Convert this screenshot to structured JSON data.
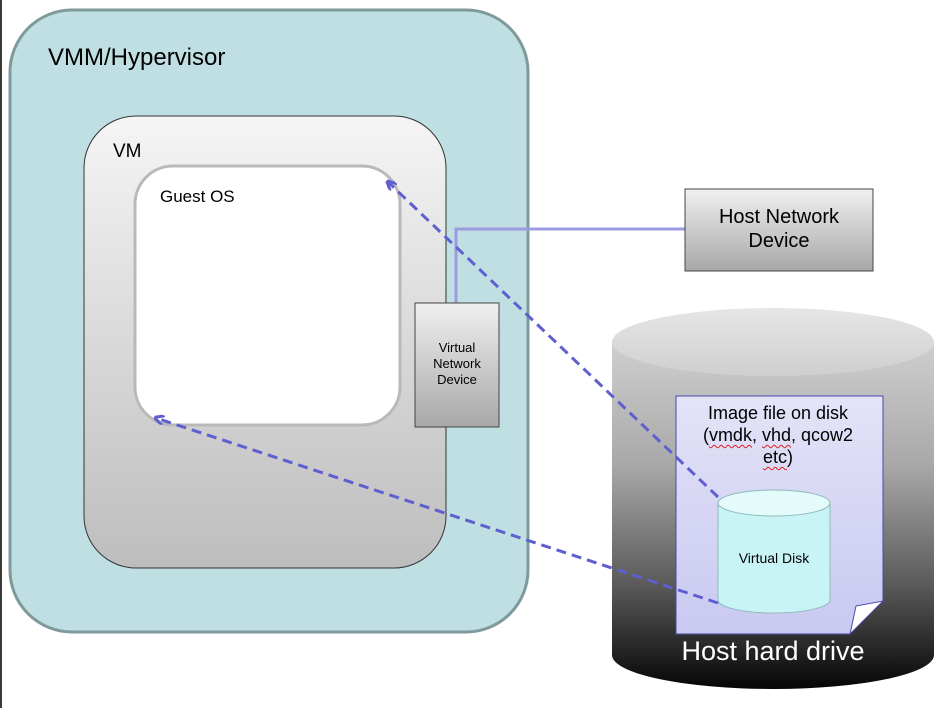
{
  "diagram": {
    "hypervisor_label": "VMM/Hypervisor",
    "vm_label": "VM",
    "guest_os_label": "Guest OS",
    "virtual_network_device_label": "Virtual Network Device",
    "host_network_device_label": "Host Network Device",
    "image_file": {
      "line1": "Image file on disk",
      "open_paren": "(",
      "vmdk": "vmdk",
      "sep1": ", ",
      "vhd": "vhd",
      "sep2": ", qcow2",
      "etc": "etc",
      "close_paren": ")"
    },
    "virtual_disk_label": "Virtual Disk",
    "host_hard_drive_label": "Host hard drive"
  },
  "colors": {
    "hypervisor_fill": "#c0dfe2",
    "hypervisor_stroke": "#7e9a9c",
    "connector_line": "#9b9be0",
    "dashed_arrow": "#5f5fd0",
    "virtual_disk_fill": "#c8f4f6",
    "image_file_fill": "#d6d6f6"
  }
}
